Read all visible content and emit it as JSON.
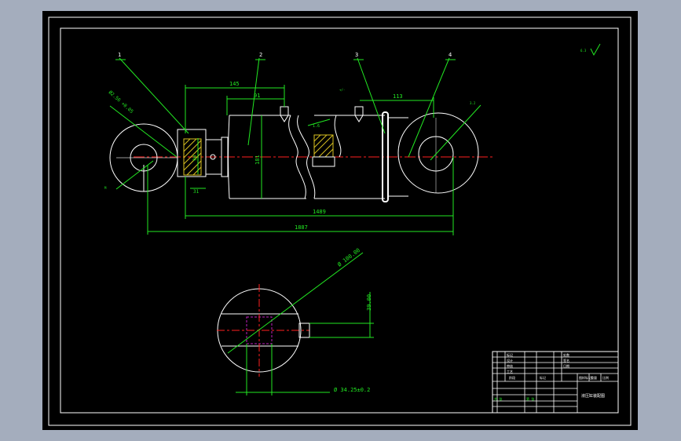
{
  "colors": {
    "desktop": "#a4adbd",
    "canvas": "#000000",
    "frame": "#ffffff",
    "dimension": "#22e822",
    "centerline": "#ff2020",
    "hatch": "#d8c020",
    "hidden": "#c020c0"
  },
  "part_labels": [
    "1",
    "2",
    "3",
    "4"
  ],
  "dimensions": {
    "d_145": "145",
    "d_91": "91",
    "d_113": "113",
    "d_1489": "1489",
    "d_1887": "1887",
    "d_d1": "181",
    "d_d2": "90",
    "d_d3": "31",
    "d_left_dia": "Ø2.56 +0.05",
    "d_rod_dia": "Ø 100.00",
    "d_section_h": "39.00",
    "d_section_w": "Ø 34.25±0.2",
    "d_small_1": "M",
    "d_small_2": "+/-",
    "d_small_3": "1.6",
    "d_small_4": "3.2"
  },
  "roughness": {
    "top_right": "6.3"
  },
  "title_block": {
    "title": "液压缸装配图",
    "rows_left": [
      "标记",
      "设计",
      "审核",
      "工艺"
    ],
    "rows_mid": [
      "处数",
      "签名",
      "日期"
    ],
    "rows_right": [
      "图样标记",
      "重量",
      "比例"
    ],
    "bottom": [
      "共  张",
      "第  张"
    ],
    "cells": [
      "阶段",
      "标记"
    ]
  }
}
